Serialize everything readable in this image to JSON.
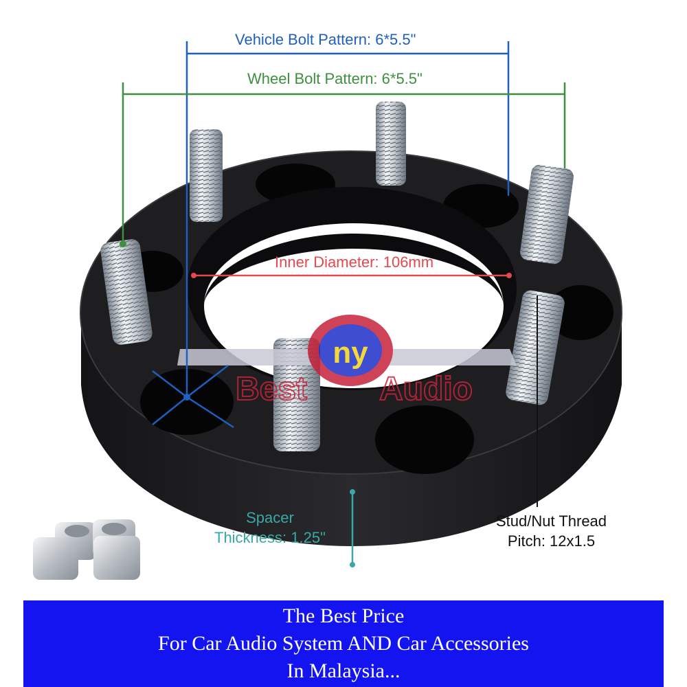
{
  "annotations": {
    "vehicle_bolt_pattern": "Vehicle Bolt Pattern: 6*5.5\"",
    "wheel_bolt_pattern": "Wheel Bolt Pattern: 6*5.5\"",
    "inner_diameter": "Inner Diameter: 106mm",
    "spacer_line1": "Spacer",
    "spacer_line2": "Thickness: 1.25\"",
    "stud_line1": "Stud/Nut Thread",
    "stud_line2": "Pitch: 12x1.5"
  },
  "watermark": {
    "badge": "ny",
    "left_word": "Best",
    "right_word": "Audio"
  },
  "banner": {
    "line1": "The Best Price",
    "line2": "For Car Audio System AND Car Accessories",
    "line3": "In Malaysia..."
  },
  "colors": {
    "vehicle_line": "#1f5fbf",
    "wheel_line": "#3f8f3f",
    "inner_line": "#e5484d",
    "spacer_line": "#3aa8a4",
    "banner_bg": "#1414f0",
    "spacer_body": "#1a1a1c"
  }
}
